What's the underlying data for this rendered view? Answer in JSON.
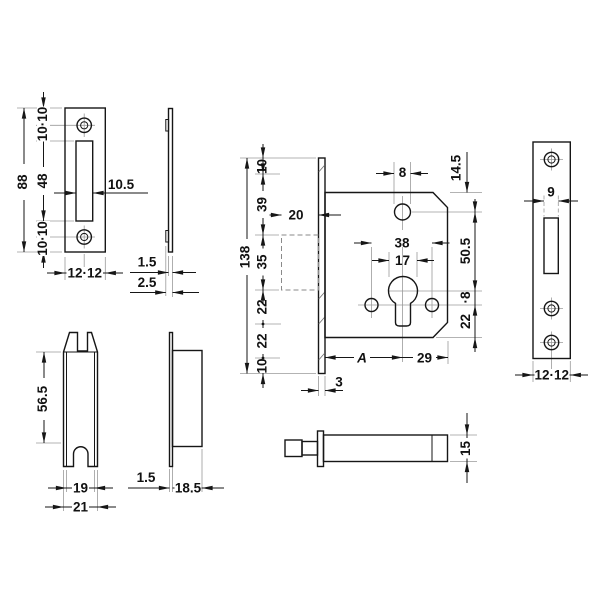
{
  "drawing": {
    "strike_front": {
      "height": "88",
      "hole_top": "10·10",
      "slot_height": "48",
      "hole_bottom": "10·10",
      "slot_width": "10.5",
      "width": "12·12"
    },
    "strike_side": {
      "thickness": "1.5",
      "thickness_total": "2.5"
    },
    "lock_body": {
      "total_height": "138",
      "left_chain": [
        "10",
        "39",
        "35",
        "22",
        "22",
        "10"
      ],
      "pocket_depth": "20",
      "top_hole_dia": "8",
      "top_offset": "14.5",
      "hole_span": "38",
      "cylinder_width": "17",
      "cylinder_offset": "50.5",
      "offset_8": "·8",
      "bottom_offset": "22",
      "backset": "A",
      "edge_offset": "29",
      "faceplate_thickness": "3"
    },
    "faceplate_front": {
      "slot_width": "9",
      "width": "12·12"
    },
    "dustbox_front": {
      "height": "56.5",
      "inner_width": "19",
      "outer_width": "21"
    },
    "dustbox_side": {
      "flange_thickness": "1.5",
      "depth": "18.5"
    },
    "lock_side": {
      "bolt_height": "15"
    }
  }
}
